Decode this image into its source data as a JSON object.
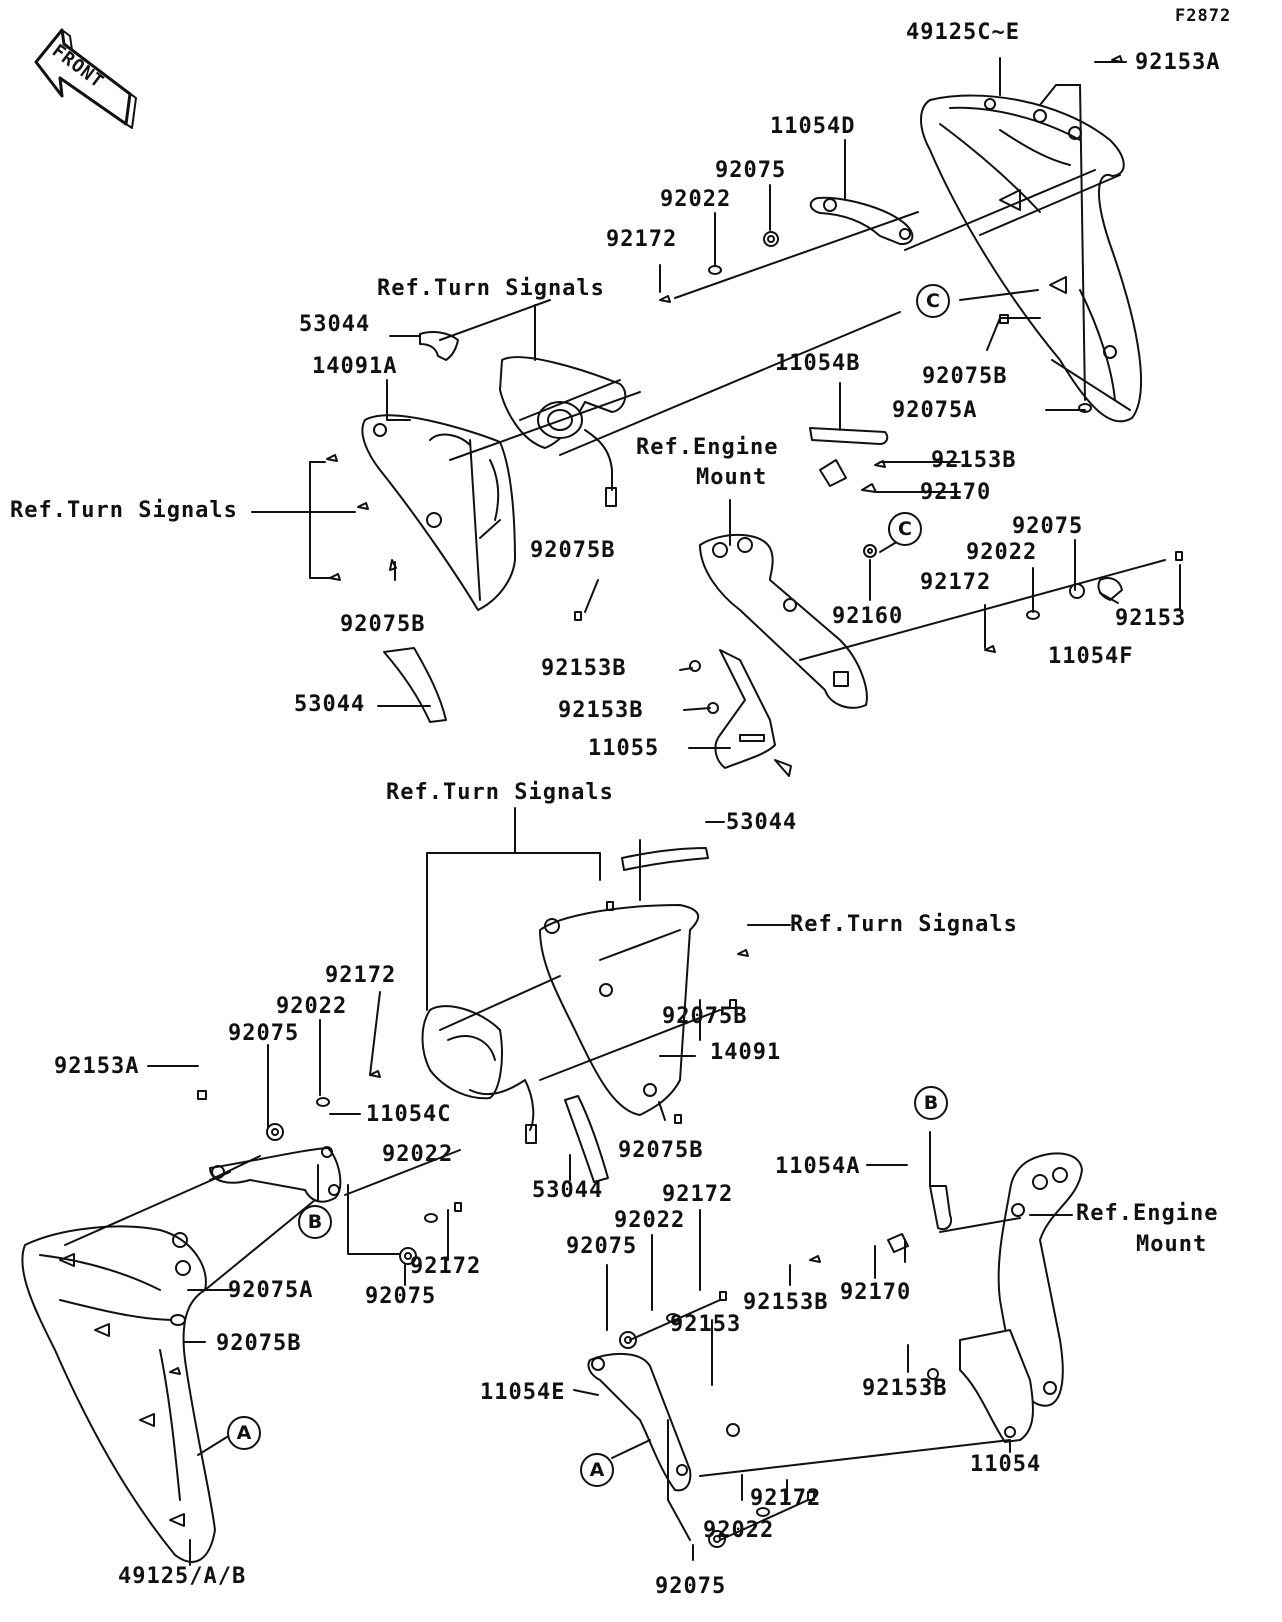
{
  "figure_code": "F2872",
  "front_arrow": "FRONT",
  "callouts": {
    "a": "A",
    "b": "B",
    "c": "C"
  },
  "parts": {
    "p49125CE": "49125C~E",
    "p92153A": "92153A",
    "p11054D": "11054D",
    "p92075": "92075",
    "p92022": "92022",
    "p92172": "92172",
    "p53044": "53044",
    "p14091A": "14091A",
    "p92075B": "92075B",
    "p92075A": "92075A",
    "p11054B": "11054B",
    "p92153B": "92153B",
    "p92170": "92170",
    "p92160": "92160",
    "p92153": "92153",
    "p11054F": "11054F",
    "p11055": "11055",
    "p14091": "14091",
    "p11054C": "11054C",
    "p11054A": "11054A",
    "p11054E": "11054E",
    "p11054": "11054",
    "p49125AB": "49125/A/B"
  },
  "refs": {
    "turn_signals": "Ref.Turn Signals",
    "engine_mount_1": "Ref.Engine",
    "engine_mount_2": "Mount"
  }
}
